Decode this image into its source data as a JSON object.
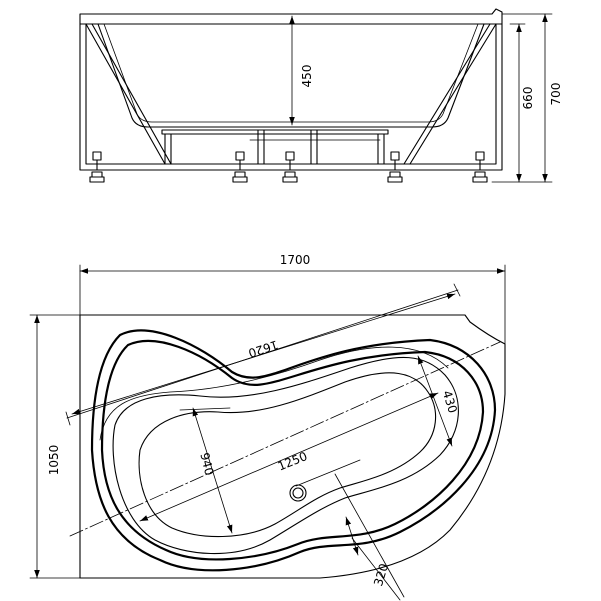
{
  "side_view": {
    "dims": {
      "depth": "450",
      "height_rim": "660",
      "height_total": "700"
    }
  },
  "top_view": {
    "dims": {
      "length": "1700",
      "width": "1050",
      "inner_length": "1620",
      "basin_length": "1250",
      "basin_width": "940",
      "head_width": "430",
      "drain_offset": "320"
    }
  }
}
